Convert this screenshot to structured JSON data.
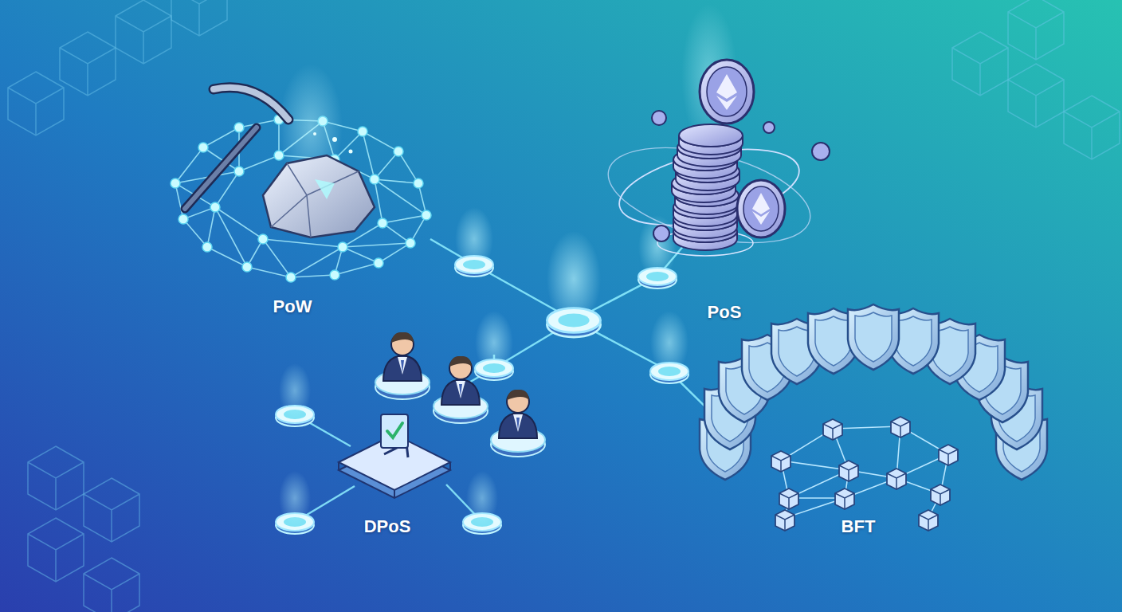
{
  "diagram": {
    "labels": [
      "PoW",
      "PoS",
      "DPoS",
      "BFT"
    ]
  }
}
